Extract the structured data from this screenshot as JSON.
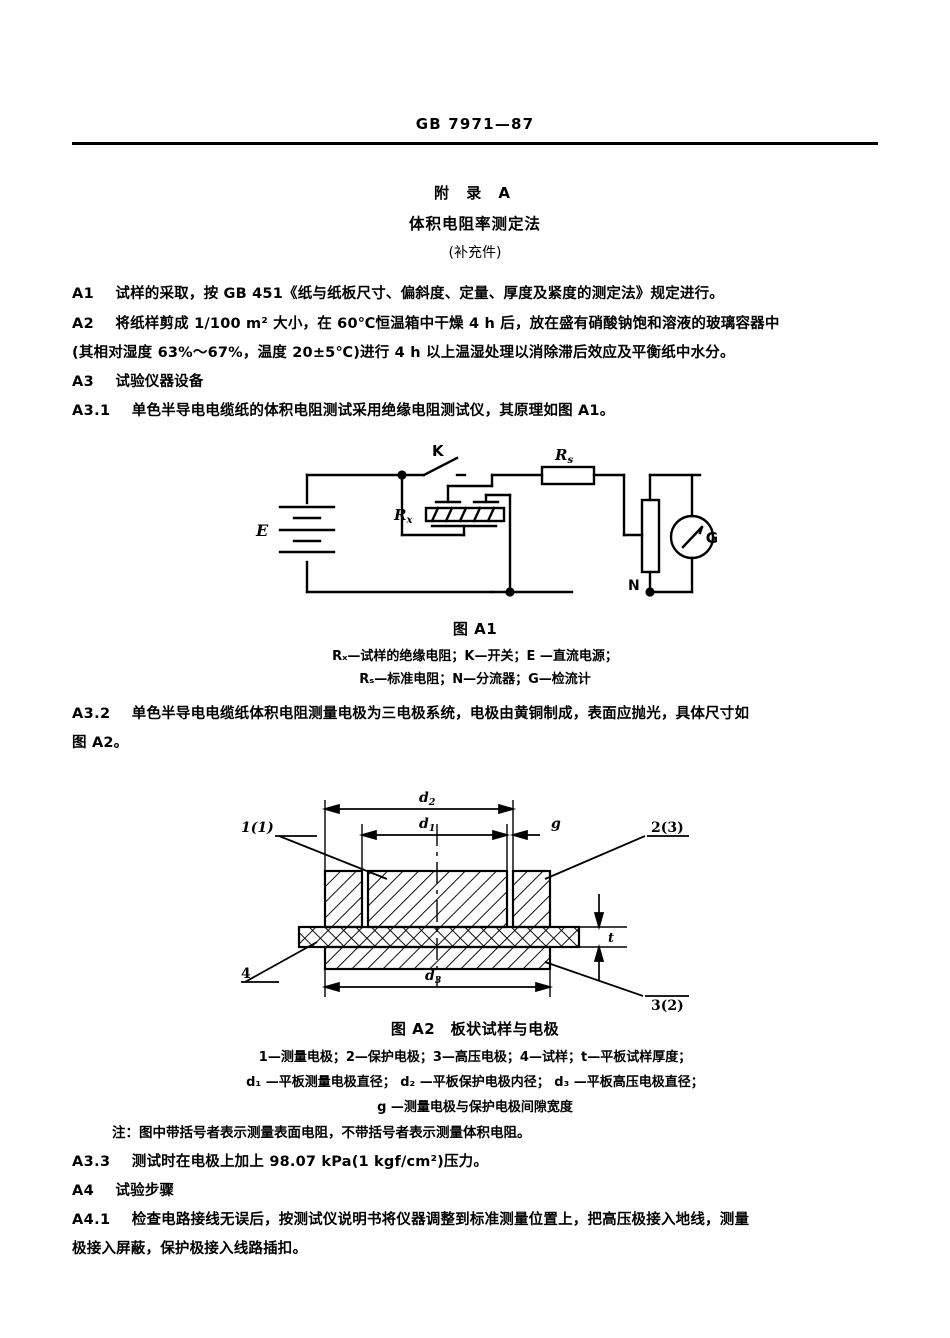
{
  "page": {
    "standard_number": "GB 7971—87"
  },
  "headings": {
    "appendix": "附 录 A",
    "title": "体积电阻率测定法",
    "subtitle": "(补充件)"
  },
  "sections": {
    "a1": {
      "num": "A1",
      "text": "试样的采取，按 GB 451《纸与纸板尺寸、偏斜度、定量、厚度及紧度的测定法》规定进行。"
    },
    "a2": {
      "num": "A2",
      "line1": "将纸样剪成 1/100 m² 大小，在 60℃恒温箱中干燥 4 h 后，放在盛有硝酸钠饱和溶液的玻璃容器中",
      "line2": "(其相对湿度 63%～67%，温度 20±5℃)进行 4 h 以上温湿处理以消除滞后效应及平衡纸中水分。"
    },
    "a3": {
      "num": "A3",
      "text": "试验仪器设备"
    },
    "a3_1": {
      "num": "A3.1",
      "text": "单色半导电电缆纸的体积电阻测试采用绝缘电阻测试仪，其原理如图 A1。"
    },
    "a3_2": {
      "num": "A3.2",
      "line1": "单色半导电电缆纸体积电阻测量电极为三电极系统，电极由黄铜制成，表面应抛光，具体尺寸如",
      "line2": "图 A2。"
    },
    "a3_3": {
      "num": "A3.3",
      "text": "测试时在电极上加上 98.07 kPa(1 kgf/cm²)压力。"
    },
    "a4": {
      "num": "A4",
      "text": "试验步骤"
    },
    "a4_1": {
      "num": "A4.1",
      "line1": "检查电路接线无误后，按测试仪说明书将仪器调整到标准测量位置上，把高压极接入地线，测量",
      "line2": "极接入屏蔽，保护极接入线路插扣。"
    }
  },
  "figure_a1": {
    "title": "图 A1",
    "legend_line1": "Rₓ—试样的绝缘电阻；K—开关；E —直流电源；",
    "legend_line2": "Rₛ—标准电阻；N—分流器；G—检流计",
    "labels": {
      "switch": "K",
      "standard_resistor": "Rₛ",
      "sample_resistor": "Rₓ",
      "source": "E",
      "shunt": "N",
      "galvanometer": "G"
    }
  },
  "figure_a2": {
    "title": "图 A2　板状试样与电极",
    "legend_line1": "1—测量电极；2—保护电极；3—高压电极；4—试样；t—平板试样厚度；",
    "legend_line2": "d₁ —平板测量电极直径； d₂ —平板保护电极内径； d₃ —平板高压电极直径；",
    "legend_line3": "g —测量电极与保护电极间隙宽度",
    "note": "注：图中带括号者表示测量表面电阻，不带括号者表示测量体积电阻。",
    "labels": {
      "top_left": "1(1)",
      "top_right": "2(3)",
      "bottom_left": "4",
      "bottom_right": "3(2)",
      "dim_d2": "d₂",
      "dim_d1": "d₁",
      "dim_d3": "d₃",
      "gap_g": "g",
      "thickness_t": "t"
    }
  }
}
